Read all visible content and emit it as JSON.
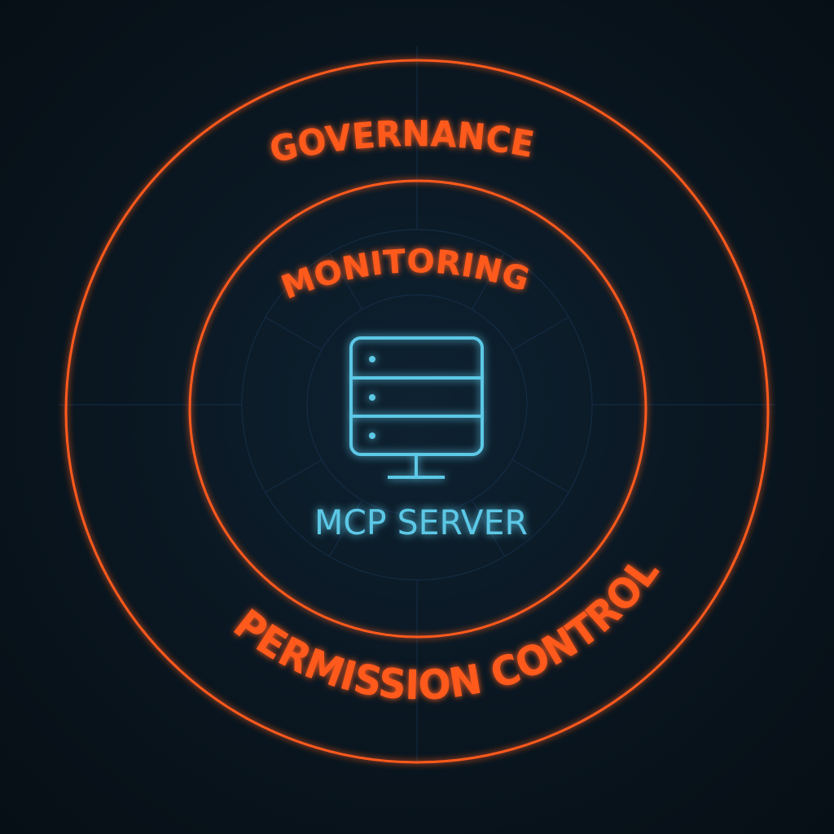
{
  "diagram": {
    "outer_ring_label": "GOVERNANCE",
    "middle_ring_label": "MONITORING",
    "bottom_ring_label": "PERMISSION CONTROL",
    "center_label": "MCP SERVER",
    "center_icon": "server-icon"
  },
  "colors": {
    "background": "#08121a",
    "ring": "#ff5a1e",
    "accent": "#5cc8e6",
    "grid": "#16324a"
  }
}
